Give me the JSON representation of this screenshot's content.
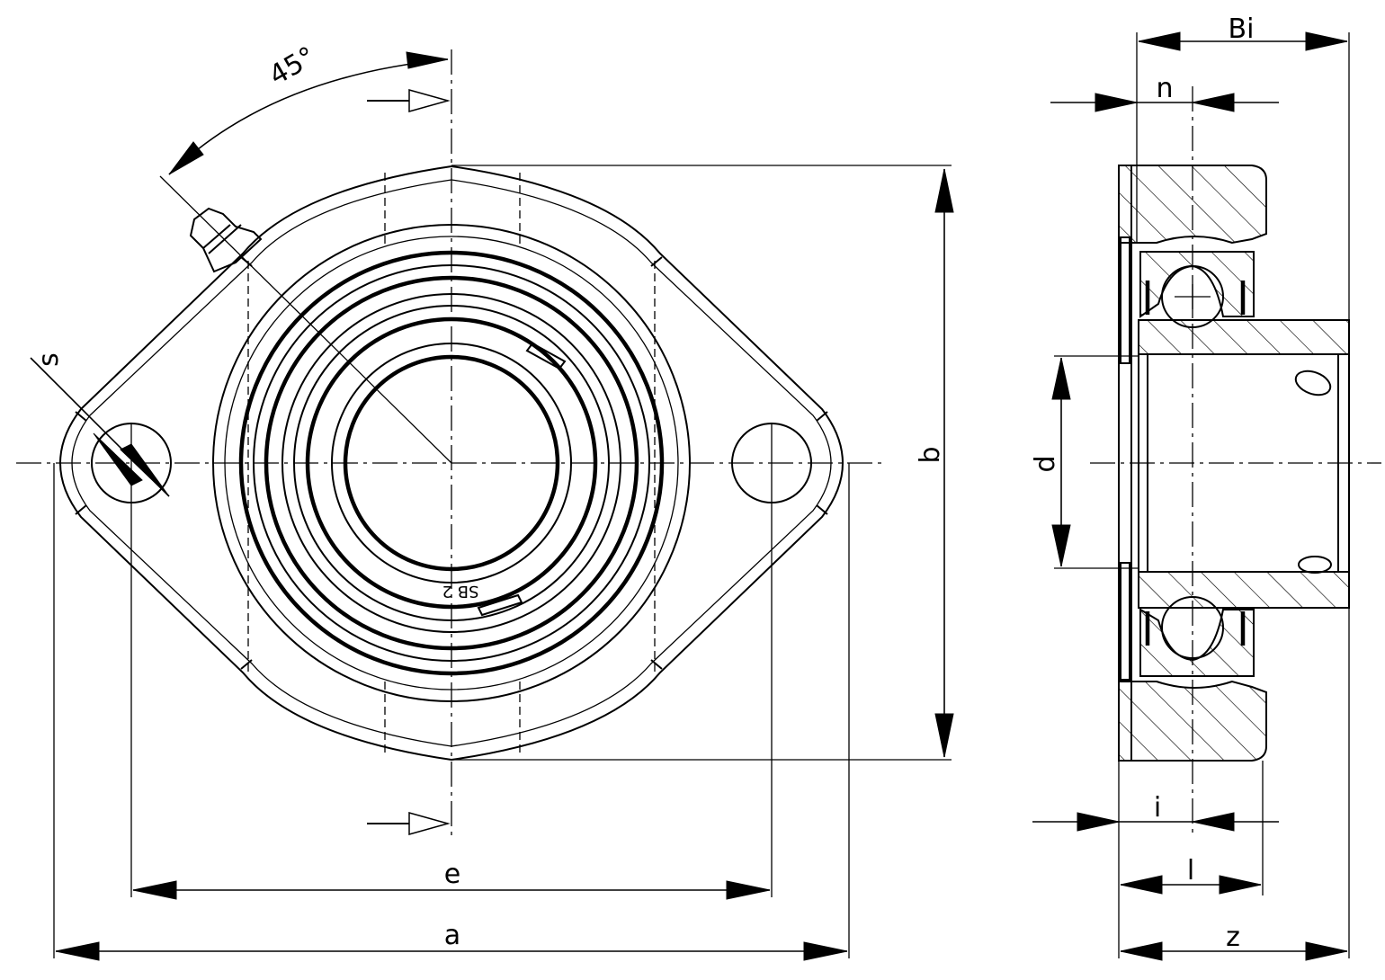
{
  "labels": {
    "angle": "45°",
    "s": "s",
    "b": "b",
    "e": "e",
    "a": "a",
    "Bi": "Bi",
    "n": "n",
    "d": "d",
    "i": "i",
    "l": "l",
    "z": "z",
    "marking": "SB 2"
  }
}
